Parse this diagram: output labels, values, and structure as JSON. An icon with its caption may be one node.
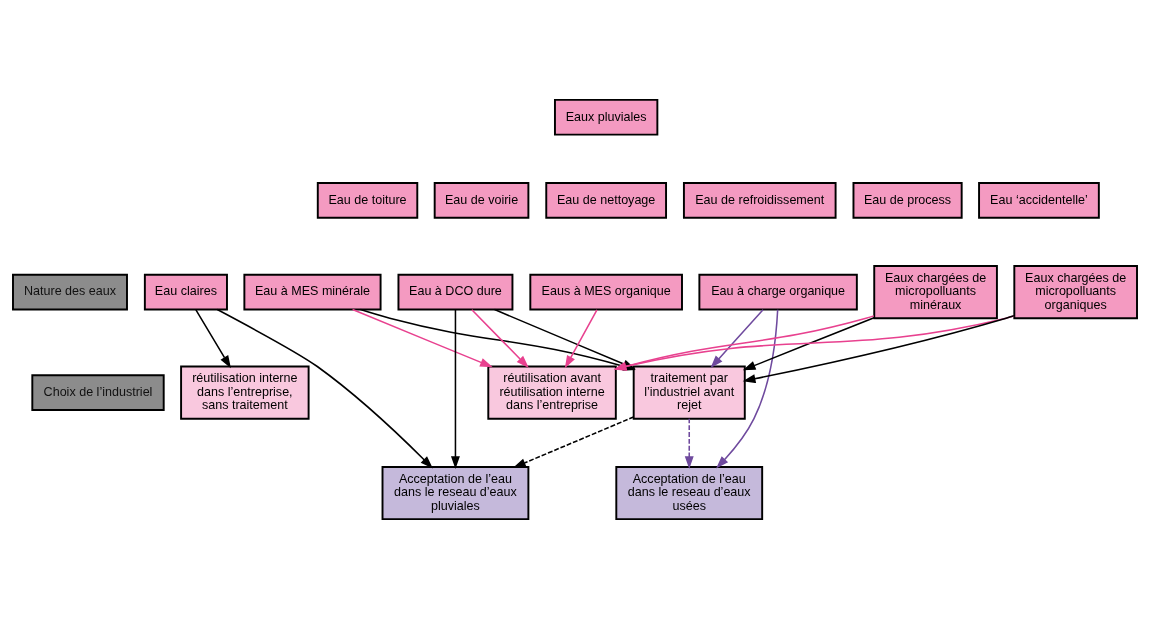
{
  "diagram": {
    "nodes": [
      {
        "text": [
          "Eaux pluviales"
        ]
      },
      {
        "text": [
          "Eau de toiture"
        ]
      },
      {
        "text": [
          "Eau de voirie"
        ]
      },
      {
        "text": [
          "Eau de nettoyage"
        ]
      },
      {
        "text": [
          "Eau de refroidissement"
        ]
      },
      {
        "text": [
          "Eau de process"
        ]
      },
      {
        "text": [
          "Eau ‘accidentelle’"
        ]
      },
      {
        "text": [
          "Nature des eaux"
        ]
      },
      {
        "text": [
          "Choix de l’industriel"
        ]
      },
      {
        "text": [
          "Eau claires"
        ]
      },
      {
        "text": [
          "Eau à MES minérale"
        ]
      },
      {
        "text": [
          "Eau à DCO dure"
        ]
      },
      {
        "text": [
          "Eaus à MES organique"
        ]
      },
      {
        "text": [
          "Eau à charge organique"
        ]
      },
      {
        "text": [
          "Eaux chargées de micropolluants minéraux"
        ]
      },
      {
        "text": [
          "Eaux chargées de micropolluants organiques"
        ]
      },
      {
        "text": [
          "réutilisation interne dans l’entreprise, sans traitement"
        ]
      },
      {
        "text": [
          "réutilisation avant réutilisation interne dans l’entreprise"
        ]
      },
      {
        "text": [
          "traitement par l’industriel avant rejet"
        ]
      },
      {
        "text": [
          "Acceptation de l’eau dans le reseau d’eaux pluviales"
        ]
      },
      {
        "text": [
          "Acceptation de l’eau dans le reseau d’eaux usées"
        ]
      }
    ],
    "edges": [
      {
        "from": 9,
        "to": 16,
        "arrow": "to"
      },
      {
        "from": 9,
        "to": 19,
        "arrow": "to"
      },
      {
        "from": 10,
        "to": 17,
        "arrow": "to",
        "color": "#e8418f"
      },
      {
        "from": 10,
        "to": 18,
        "arrow": "to"
      },
      {
        "from": 11,
        "to": 19,
        "arrow": "to"
      },
      {
        "from": 11,
        "to": 17,
        "arrow": "to",
        "color": "#e8418f"
      },
      {
        "from": 11,
        "to": 18,
        "arrow": "to"
      },
      {
        "from": 12,
        "to": 17,
        "arrow": "to",
        "color": "#e8418f"
      },
      {
        "from": 13,
        "to": 18,
        "arrow": "to",
        "color": "#6f4a9e"
      },
      {
        "from": 13,
        "to": 20,
        "arrow": "to",
        "color": "#6f4a9e"
      },
      {
        "from": 14,
        "to": 17,
        "arrow": "to",
        "color": "#e8418f"
      },
      {
        "from": 14,
        "to": 18,
        "arrow": "to"
      },
      {
        "from": 15,
        "to": 17,
        "arrow": "to",
        "color": "#e8418f"
      },
      {
        "from": 15,
        "to": 18,
        "arrow": "to"
      },
      {
        "from": 18,
        "to": 19,
        "arrow": "to",
        "style": "dashed"
      },
      {
        "from": 18,
        "to": 20,
        "arrow": "to",
        "style": "dashed",
        "color": "#6f4a9e"
      }
    ]
  }
}
